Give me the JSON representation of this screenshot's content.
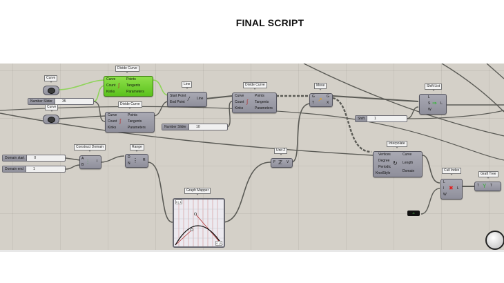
{
  "title": "FINAL SCRIPT",
  "colors": {
    "canvas": "#d4d0c8",
    "node": "#9b9ba6",
    "selected_node": "#6fd12d",
    "wire": "#5a5a55",
    "selected_wire": "#8fd45a"
  },
  "nodes": {
    "curve1": {
      "tag": "Curve"
    },
    "curve2": {
      "tag": "Curve"
    },
    "divide1": {
      "tag": "Divide Curve",
      "inputs": [
        "Curve",
        "Count",
        "Kinks"
      ],
      "outputs": [
        "Points",
        "Tangents",
        "Parameters"
      ]
    },
    "divide2": {
      "tag": "Divide Curve",
      "inputs": [
        "Curve",
        "Count",
        "Kinks"
      ],
      "outputs": [
        "Points",
        "Tangents",
        "Parameters"
      ]
    },
    "line": {
      "tag": "Line",
      "inputs": [
        "Start Point",
        "End Point"
      ],
      "outputs": [
        "Line"
      ]
    },
    "divide3": {
      "tag": "Divide Curve",
      "inputs": [
        "Curve",
        "Count",
        "Kinks"
      ],
      "outputs": [
        "Points",
        "Tangents",
        "Parameters"
      ]
    },
    "move": {
      "tag": "Move",
      "inputs": [
        "G",
        "T"
      ],
      "outputs": [
        "G",
        "X"
      ]
    },
    "shift_list": {
      "tag": "Shift List",
      "inputs": [
        "L",
        "S",
        "W"
      ],
      "outputs": [
        "L"
      ]
    },
    "construct_domain": {
      "tag": "Construct Domain",
      "inputs": [
        "A",
        "B"
      ],
      "outputs": [
        "I"
      ]
    },
    "range": {
      "tag": "Range",
      "inputs": [
        "D",
        "N"
      ],
      "outputs": [
        "R"
      ]
    },
    "unit_z": {
      "tag": "Unit Z",
      "inputs": [
        "F"
      ],
      "outputs": [
        "V"
      ]
    },
    "graph_mapper": {
      "tag": "Graph Mapper",
      "corner_min": "0 | 1",
      "corner_max": "0 | 1"
    },
    "interpolate": {
      "tag": "Interpolate",
      "inputs": [
        "Vertices",
        "Degree",
        "Periodic",
        "KnotStyle"
      ],
      "outputs": [
        "Curve",
        "Length",
        "Domain"
      ]
    },
    "cull_index": {
      "tag": "Cull Index",
      "inputs": [
        "L",
        "I",
        "W"
      ],
      "outputs": [
        "L"
      ]
    },
    "graft_tree": {
      "tag": "Graft Tree",
      "inputs": [
        "T"
      ],
      "outputs": [
        "T"
      ]
    },
    "panel": {
      "value": "-1"
    }
  },
  "sliders": [
    {
      "label": "Number Slider",
      "value": "35"
    },
    {
      "label": "Number Slider",
      "value": "10"
    },
    {
      "label": "Shift",
      "value": "1"
    },
    {
      "label": "Domain start",
      "value": "0"
    },
    {
      "label": "Domain end",
      "value": "1"
    }
  ]
}
